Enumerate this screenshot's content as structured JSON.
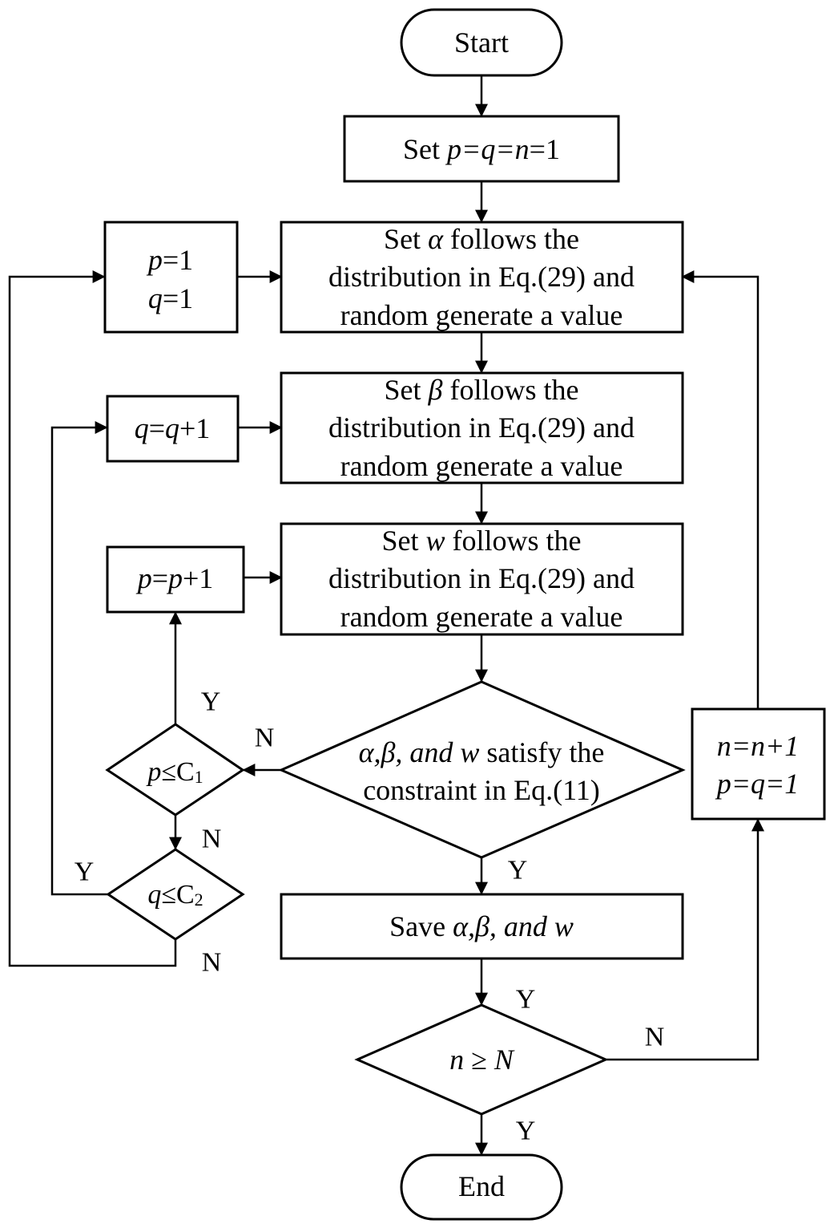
{
  "nodes": {
    "start": "Start",
    "set_init": {
      "pre": "Set ",
      "eq": "p=q=n",
      "post": "=1"
    },
    "reset_pq": {
      "p_var": "p",
      "p_val": "=1",
      "q_var": "q",
      "q_val": "=1"
    },
    "alpha_box": {
      "pre": "Set ",
      "sym": "α",
      "post": " follows the",
      "line2": "distribution in Eq.(29) and",
      "line3": "random generate a value"
    },
    "beta_box": {
      "pre": "Set ",
      "sym": "β",
      "post": " follows the",
      "line2": "distribution in Eq.(29) and",
      "line3": "random generate a value"
    },
    "w_box": {
      "pre": "Set ",
      "sym": "w",
      "post": " follows the",
      "line2": "distribution in Eq.(29) and",
      "line3": "random generate a value"
    },
    "q_inc": {
      "a": "q",
      "b": "=",
      "c": "q",
      "d": "+1"
    },
    "p_inc": {
      "a": "p",
      "b": "=",
      "c": "p",
      "d": "+1"
    },
    "constraint": {
      "it": "α,β, and w",
      "rest": " satisfy the",
      "line2": "constraint in Eq.(11)"
    },
    "p_check": {
      "var": "p",
      "op": "≤C",
      "sub": "1"
    },
    "q_check": {
      "var": "q",
      "op": "≤C",
      "sub": "2"
    },
    "save": {
      "pre": "Save ",
      "it": "α,β, and w"
    },
    "n_check": {
      "a": "n",
      "op": " ≥ ",
      "b": "N"
    },
    "n_inc": {
      "line1": "n=n+1",
      "line2": "p=q=1"
    },
    "end": "End"
  },
  "edge_labels": {
    "p_check_yes": "Y",
    "constraint_no": "N",
    "p_check_no": "N",
    "q_check_yes": "Y",
    "q_check_no": "N",
    "constraint_yes": "Y",
    "save_yes": "Y",
    "n_check_no": "N",
    "n_check_yes": "Y"
  }
}
